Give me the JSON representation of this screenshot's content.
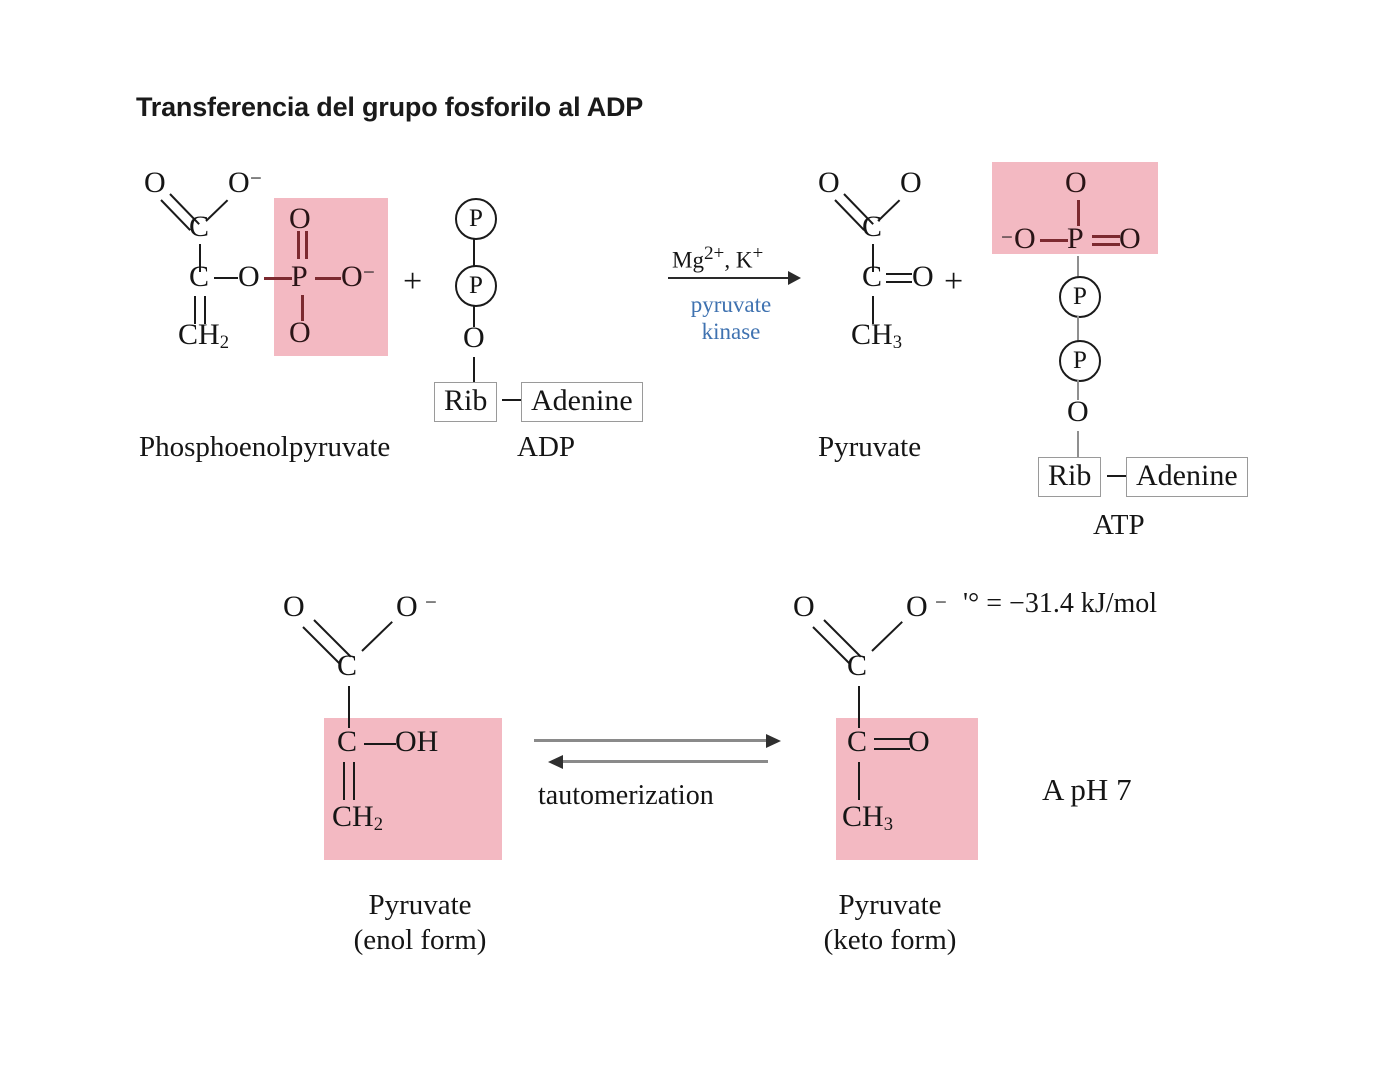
{
  "page": {
    "title": "Transferencia del grupo fosforilo al ADP",
    "background_color": "#ffffff",
    "highlight_color": "#f3b9c2",
    "enzyme_text_color": "#3f72b0"
  },
  "reaction_top": {
    "reactant1": {
      "name": "Phosphoenolpyruvate",
      "atoms": {
        "o_double": "O",
        "o_minus": "O",
        "o_minus_charge": "−",
        "c_top": "C",
        "c_mid": "C",
        "o_ester": "O",
        "ch2": "CH",
        "ch2_sub": "2",
        "p": "P",
        "o_up": "O",
        "o_down": "O",
        "o_right": "O",
        "o_right_charge": "−"
      }
    },
    "plus_1": "+",
    "reactant2": {
      "name": "ADP",
      "atoms": {
        "p_top": "P",
        "p_bottom": "P",
        "o": "O"
      },
      "rib_label": "Rib",
      "adenine_label": "Adenine"
    },
    "arrow": {
      "cofactors": "Mg",
      "cofactors_sup": "2+",
      "cofactors_rest": ", K",
      "cofactors_sup2": "+",
      "enzyme_line1": "pyruvate",
      "enzyme_line2": "kinase"
    },
    "product1": {
      "name": "Pyruvate",
      "atoms": {
        "o_double": "O",
        "o_single": "O",
        "c_top": "C",
        "c_mid": "C",
        "o_keto": "O",
        "ch3": "CH",
        "ch3_sub": "3"
      }
    },
    "plus_2": "+",
    "product2": {
      "name": "ATP",
      "atoms": {
        "o_up": "O",
        "o_left": "O",
        "o_left_charge": "−",
        "p": "P",
        "o_right": "O",
        "p_mid": "P",
        "p_bottom": "P",
        "o_bottom": "O"
      },
      "rib_label": "Rib",
      "adenine_label": "Adenine"
    }
  },
  "reaction_bottom": {
    "reactant": {
      "name_line1": "Pyruvate",
      "name_line2": "(enol form)",
      "atoms": {
        "o_double": "O",
        "o_minus": "O",
        "o_minus_charge": "−",
        "c_top": "C",
        "c_mid": "C",
        "oh": "OH",
        "ch2": "CH",
        "ch2_sub": "2"
      }
    },
    "arrow": {
      "label": "tautomerization"
    },
    "product": {
      "name_line1": "Pyruvate",
      "name_line2": "(keto form)",
      "atoms": {
        "o_double": "O",
        "o_minus": "O",
        "o_minus_charge": "−",
        "c_top": "C",
        "c_mid": "C",
        "o_keto": "O",
        "ch3": "CH",
        "ch3_sub": "3"
      }
    },
    "energy_note": "'° = −31.4 kJ/mol",
    "ph_note": "A pH 7"
  }
}
